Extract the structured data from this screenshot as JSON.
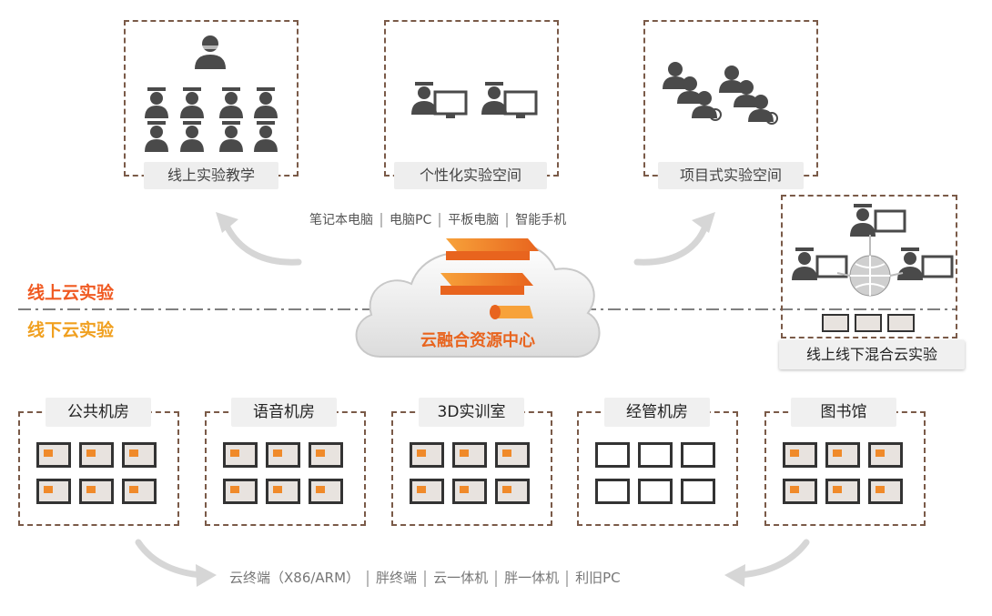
{
  "online_modes": [
    {
      "label": "线上实验教学"
    },
    {
      "label": "个性化实验空间"
    },
    {
      "label": "项目式实验空间"
    }
  ],
  "hybrid": {
    "label": "线上线下混合云实验"
  },
  "devices": [
    "笔记本电脑",
    "电脑PC",
    "平板电脑",
    "智能手机"
  ],
  "center": {
    "label": "云融合资源中心"
  },
  "divider": {
    "online": "线上云实验",
    "offline": "线下云实验"
  },
  "rooms": [
    {
      "label": "公共机房"
    },
    {
      "label": "语音机房"
    },
    {
      "label": "3D实训室"
    },
    {
      "label": "经管机房"
    },
    {
      "label": "图书馆"
    }
  ],
  "terminals": [
    "云终端（X86/ARM）",
    "胖终端",
    "云一体机",
    "胖一体机",
    "利旧PC"
  ],
  "colors": {
    "online": "#f05a22",
    "offline": "#f0a020",
    "border": "#7a5a48",
    "accent": "#f08a2a"
  }
}
